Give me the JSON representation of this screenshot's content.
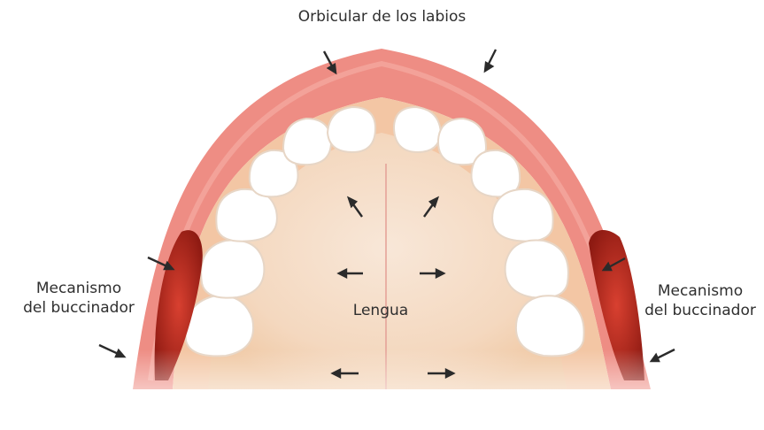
{
  "labels": {
    "lips": "Orbicular de los labios",
    "buccinator_left_line1": "Mecanismo",
    "buccinator_left_line2": "del buccinador",
    "buccinator_right_line1": "Mecanismo",
    "buccinator_right_line2": "del buccinador",
    "tongue": "Lengua"
  },
  "colors": {
    "lip": "#ef8f86",
    "lip_dark": "#e56a62",
    "gum": "#f4c8a6",
    "palate": "#f6e0cf",
    "tooth": "#ffffff",
    "tooth_shadow": "#e9d9c9",
    "muscle": "#b12a1d",
    "arrow": "#2b2b2b"
  }
}
